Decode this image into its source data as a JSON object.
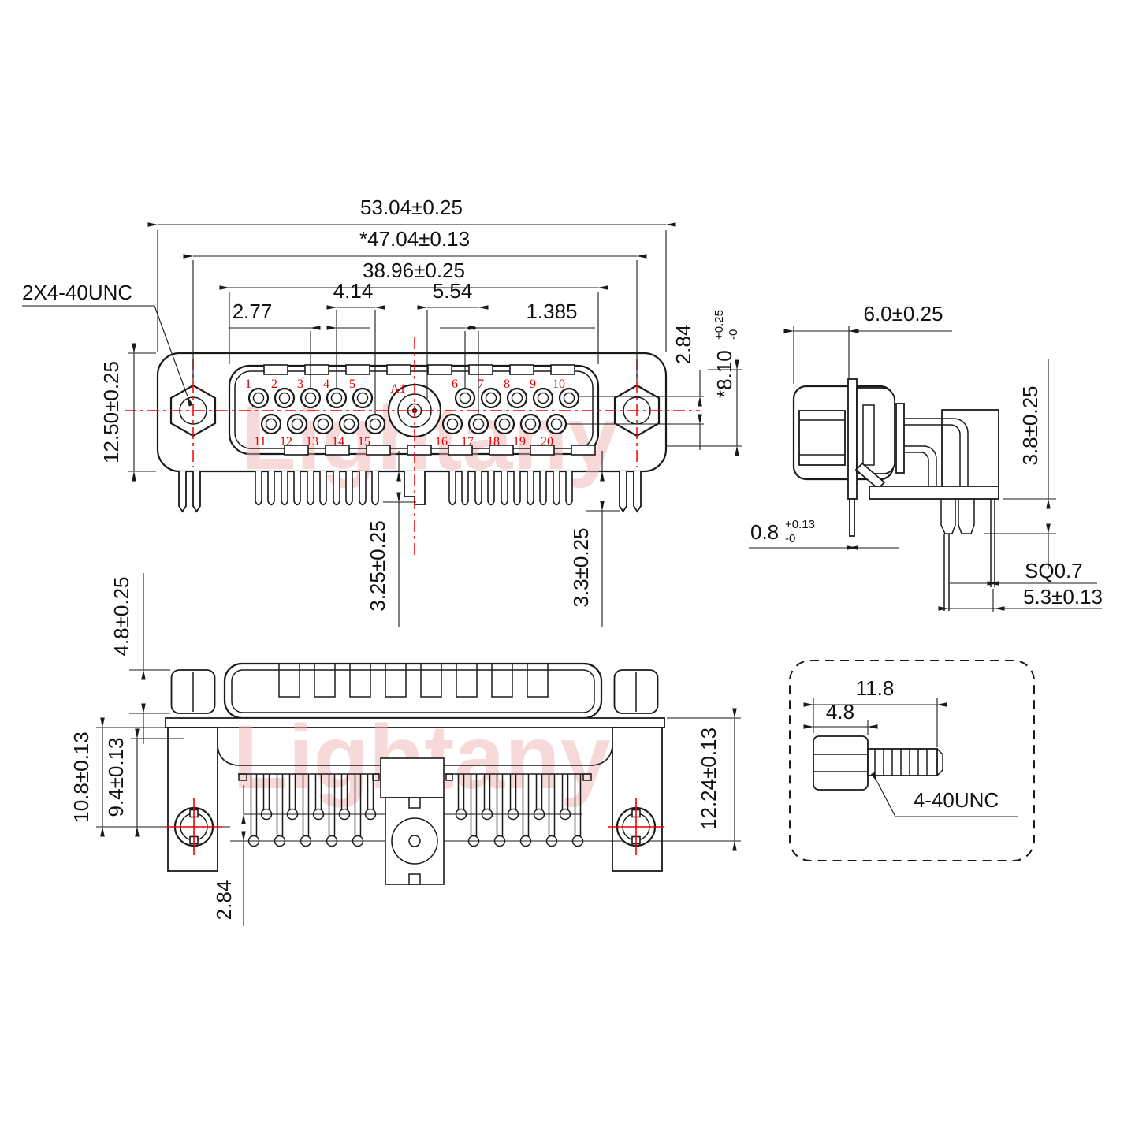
{
  "watermark": {
    "text": "Lightany"
  },
  "front_view": {
    "thread_label": "2X4-40UNC",
    "dims": {
      "overall_width": "53.04±0.25",
      "mount_span": "*47.04±0.13",
      "face_width": "38.96±0.25",
      "d414": "4.14",
      "d554": "5.54",
      "d277": "2.77",
      "d1385": "1.385",
      "row_gap": "2.84",
      "coax_base": "*8.10",
      "coax_plus": "+0.25",
      "coax_minus": "-0",
      "height": "12.50±0.25",
      "pin_depth": "3.25±0.25",
      "leg_depth": "3.3±0.25"
    },
    "pins_top_left": [
      "1",
      "2",
      "3",
      "4",
      "5"
    ],
    "pins_top_right": [
      "6",
      "7",
      "8",
      "9",
      "10"
    ],
    "pins_bottom_left": [
      "11",
      "12",
      "13",
      "14",
      "15"
    ],
    "pins_bottom_right": [
      "16",
      "17",
      "18",
      "19",
      "20"
    ],
    "pin_coax": "A1"
  },
  "side_view": {
    "dims": {
      "depth": "6.0±0.25",
      "standoff": "3.8±0.25",
      "flange_base": "0.8",
      "flange_plus": "+0.13",
      "flange_minus": "-0",
      "pin_sq": "SQ0.7",
      "pin_spacing": "5.3±0.13"
    }
  },
  "bottom_view": {
    "dims": {
      "nut_height": "4.8±0.25",
      "hole_offset_outer": "10.8±0.13",
      "hole_offset_inner": "9.4±0.13",
      "row_gap": "2.84",
      "depth": "12.24±0.13"
    }
  },
  "screw_detail": {
    "dims": {
      "length": "11.8",
      "head_length": "4.8"
    },
    "thread_label": "4-40UNC"
  },
  "colors": {
    "line": "#1a1a1a",
    "accent_red": "#ee0000",
    "watermark_pink": "#f2b4b4"
  }
}
